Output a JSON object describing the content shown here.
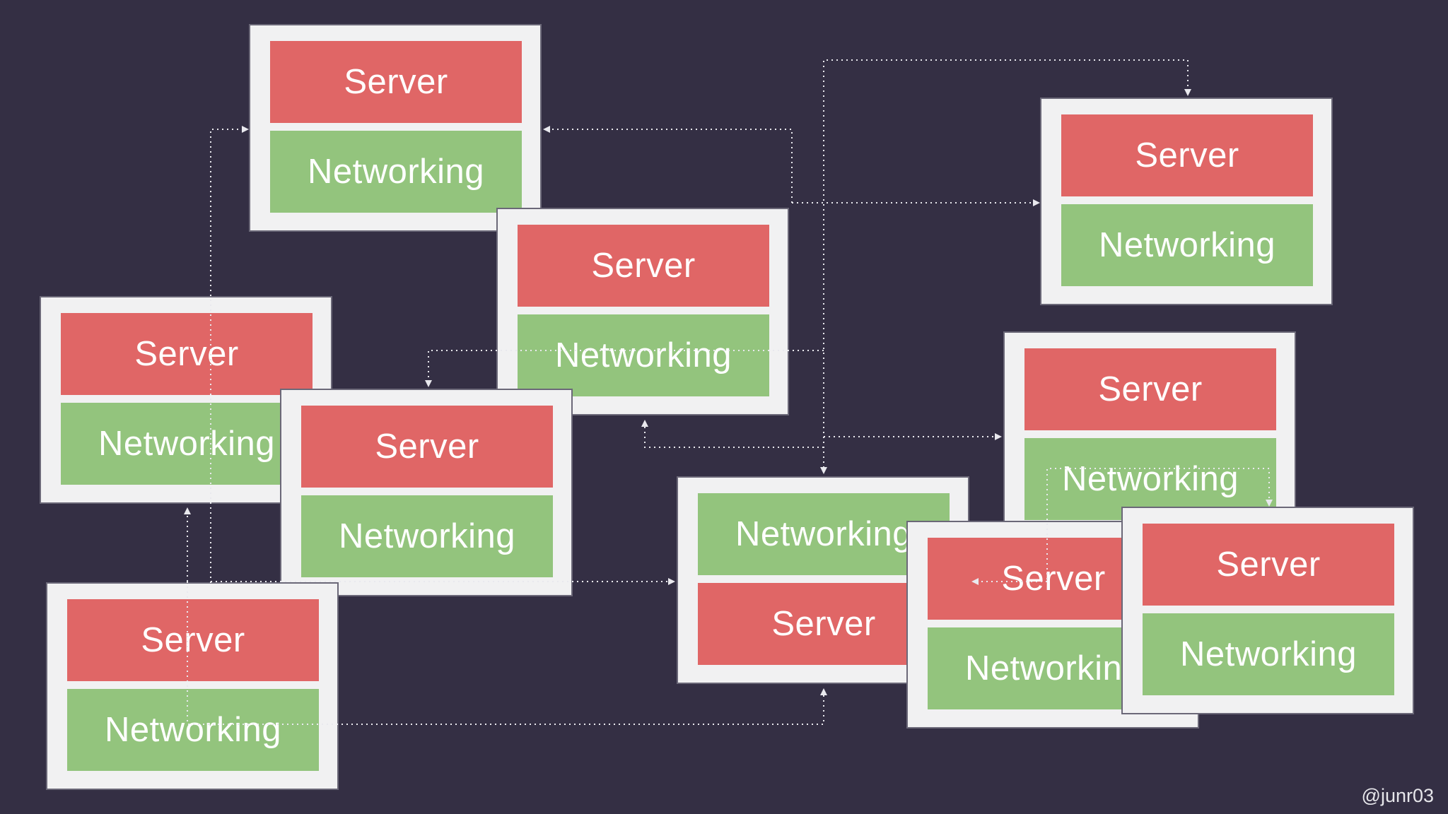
{
  "nodes": [
    {
      "id": "n1",
      "top_label": "Server",
      "bottom_label": "Networking"
    },
    {
      "id": "n2",
      "top_label": "Server",
      "bottom_label": "Networking"
    },
    {
      "id": "n3",
      "top_label": "Server",
      "bottom_label": "Networking"
    },
    {
      "id": "n4",
      "top_label": "Server",
      "bottom_label": "Networking"
    },
    {
      "id": "n5",
      "top_label": "Server",
      "bottom_label": "Networking"
    },
    {
      "id": "n6",
      "top_label": "Server",
      "bottom_label": "Networking"
    },
    {
      "id": "n7",
      "top_label": "Server",
      "bottom_label": "Networking"
    },
    {
      "id": "n8",
      "top_label": "Networking",
      "bottom_label": "Server"
    },
    {
      "id": "n9",
      "top_label": "Server",
      "bottom_label": "Networking"
    },
    {
      "id": "n10",
      "top_label": "Server",
      "bottom_label": "Networking"
    }
  ],
  "colors": {
    "background": "#342f44",
    "server": "#e06666",
    "networking": "#93c47d",
    "card": "#f1f1f2",
    "connector": "#e9e9ee"
  },
  "connector_style": "dotted-arrow",
  "watermark": "@junr03"
}
